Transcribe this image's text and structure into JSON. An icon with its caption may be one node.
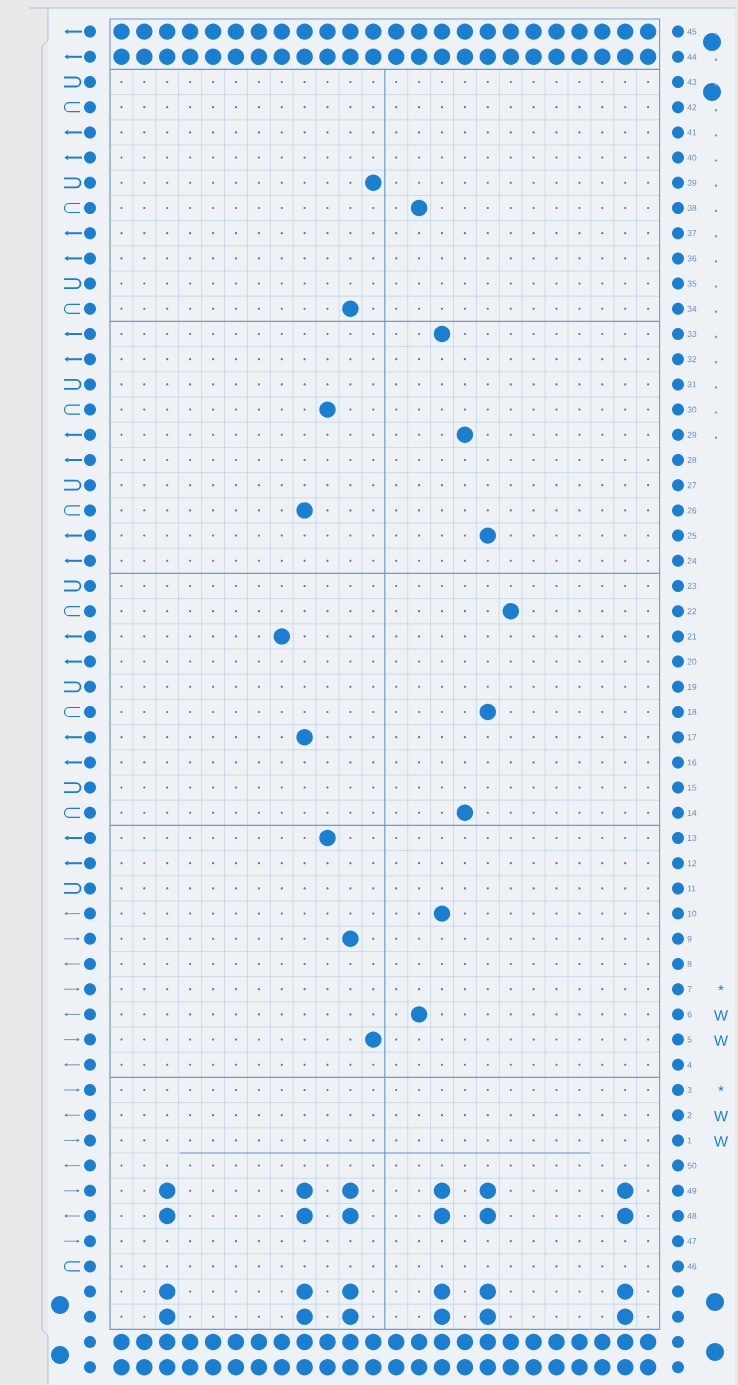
{
  "diagram": {
    "labels": [
      "45",
      "44",
      "43",
      "42",
      "41",
      "40",
      "39",
      "38",
      "37",
      "36",
      "35",
      "34",
      "33",
      "32",
      "31",
      "30",
      "29",
      "28",
      "27",
      "26",
      "25",
      "24",
      "23",
      "22",
      "21",
      "20",
      "19",
      "18",
      "17",
      "16",
      "15",
      "14",
      "13",
      "12",
      "11",
      "10",
      "9",
      "8",
      "7",
      "*",
      "6",
      "W",
      "5",
      "W",
      "4",
      "3",
      "*",
      "2",
      "W",
      "1",
      "W",
      "50",
      "49",
      "48",
      "47",
      "46"
    ]
  }
}
